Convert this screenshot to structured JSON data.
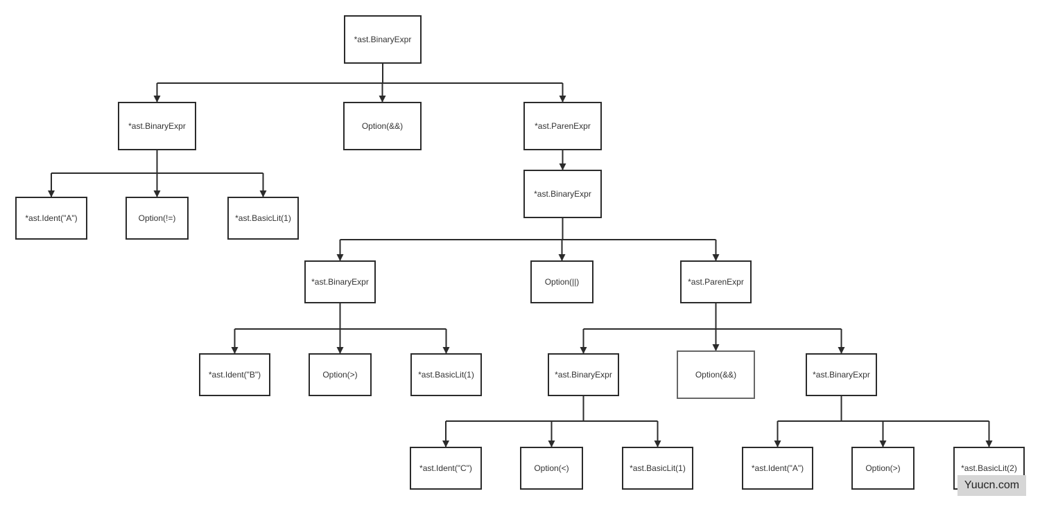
{
  "diagram": {
    "nodes": [
      {
        "id": "n0",
        "label": "*ast.BinaryExpr"
      },
      {
        "id": "n1",
        "label": "*ast.BinaryExpr"
      },
      {
        "id": "n2",
        "label": "Option(&&)"
      },
      {
        "id": "n3",
        "label": "*ast.ParenExpr"
      },
      {
        "id": "n4",
        "label": "*ast.Ident(\"A\")"
      },
      {
        "id": "n5",
        "label": "Option(!=)"
      },
      {
        "id": "n6",
        "label": "*ast.BasicLit(1)"
      },
      {
        "id": "n7",
        "label": "*ast.BinaryExpr"
      },
      {
        "id": "n8",
        "label": "*ast.BinaryExpr"
      },
      {
        "id": "n9",
        "label": "Option(||)"
      },
      {
        "id": "n10",
        "label": "*ast.ParenExpr"
      },
      {
        "id": "n11",
        "label": "*ast.Ident(\"B\")"
      },
      {
        "id": "n12",
        "label": "Option(>)"
      },
      {
        "id": "n13",
        "label": "*ast.BasicLit(1)"
      },
      {
        "id": "n14",
        "label": "*ast.BinaryExpr"
      },
      {
        "id": "n15",
        "label": "Option(&&)"
      },
      {
        "id": "n16",
        "label": "*ast.BinaryExpr"
      },
      {
        "id": "n17",
        "label": "*ast.Ident(\"C\")"
      },
      {
        "id": "n18",
        "label": "Option(<)"
      },
      {
        "id": "n19",
        "label": "*ast.BasicLit(1)"
      },
      {
        "id": "n20",
        "label": "*ast.Ident(\"A\")"
      },
      {
        "id": "n21",
        "label": "Option(>)"
      },
      {
        "id": "n22",
        "label": "*ast.BasicLit(2)"
      }
    ],
    "edges": [
      [
        "n0",
        "n1"
      ],
      [
        "n0",
        "n2"
      ],
      [
        "n0",
        "n3"
      ],
      [
        "n1",
        "n4"
      ],
      [
        "n1",
        "n5"
      ],
      [
        "n1",
        "n6"
      ],
      [
        "n3",
        "n7"
      ],
      [
        "n7",
        "n8"
      ],
      [
        "n7",
        "n9"
      ],
      [
        "n7",
        "n10"
      ],
      [
        "n8",
        "n11"
      ],
      [
        "n8",
        "n12"
      ],
      [
        "n8",
        "n13"
      ],
      [
        "n10",
        "n14"
      ],
      [
        "n10",
        "n15"
      ],
      [
        "n10",
        "n16"
      ],
      [
        "n14",
        "n17"
      ],
      [
        "n14",
        "n18"
      ],
      [
        "n14",
        "n19"
      ],
      [
        "n16",
        "n20"
      ],
      [
        "n16",
        "n21"
      ],
      [
        "n16",
        "n22"
      ]
    ],
    "colors": {
      "stroke": "#2b2b2b",
      "text": "#333333",
      "background": "#ffffff"
    }
  },
  "watermark": {
    "text": "Yuucn.com"
  }
}
